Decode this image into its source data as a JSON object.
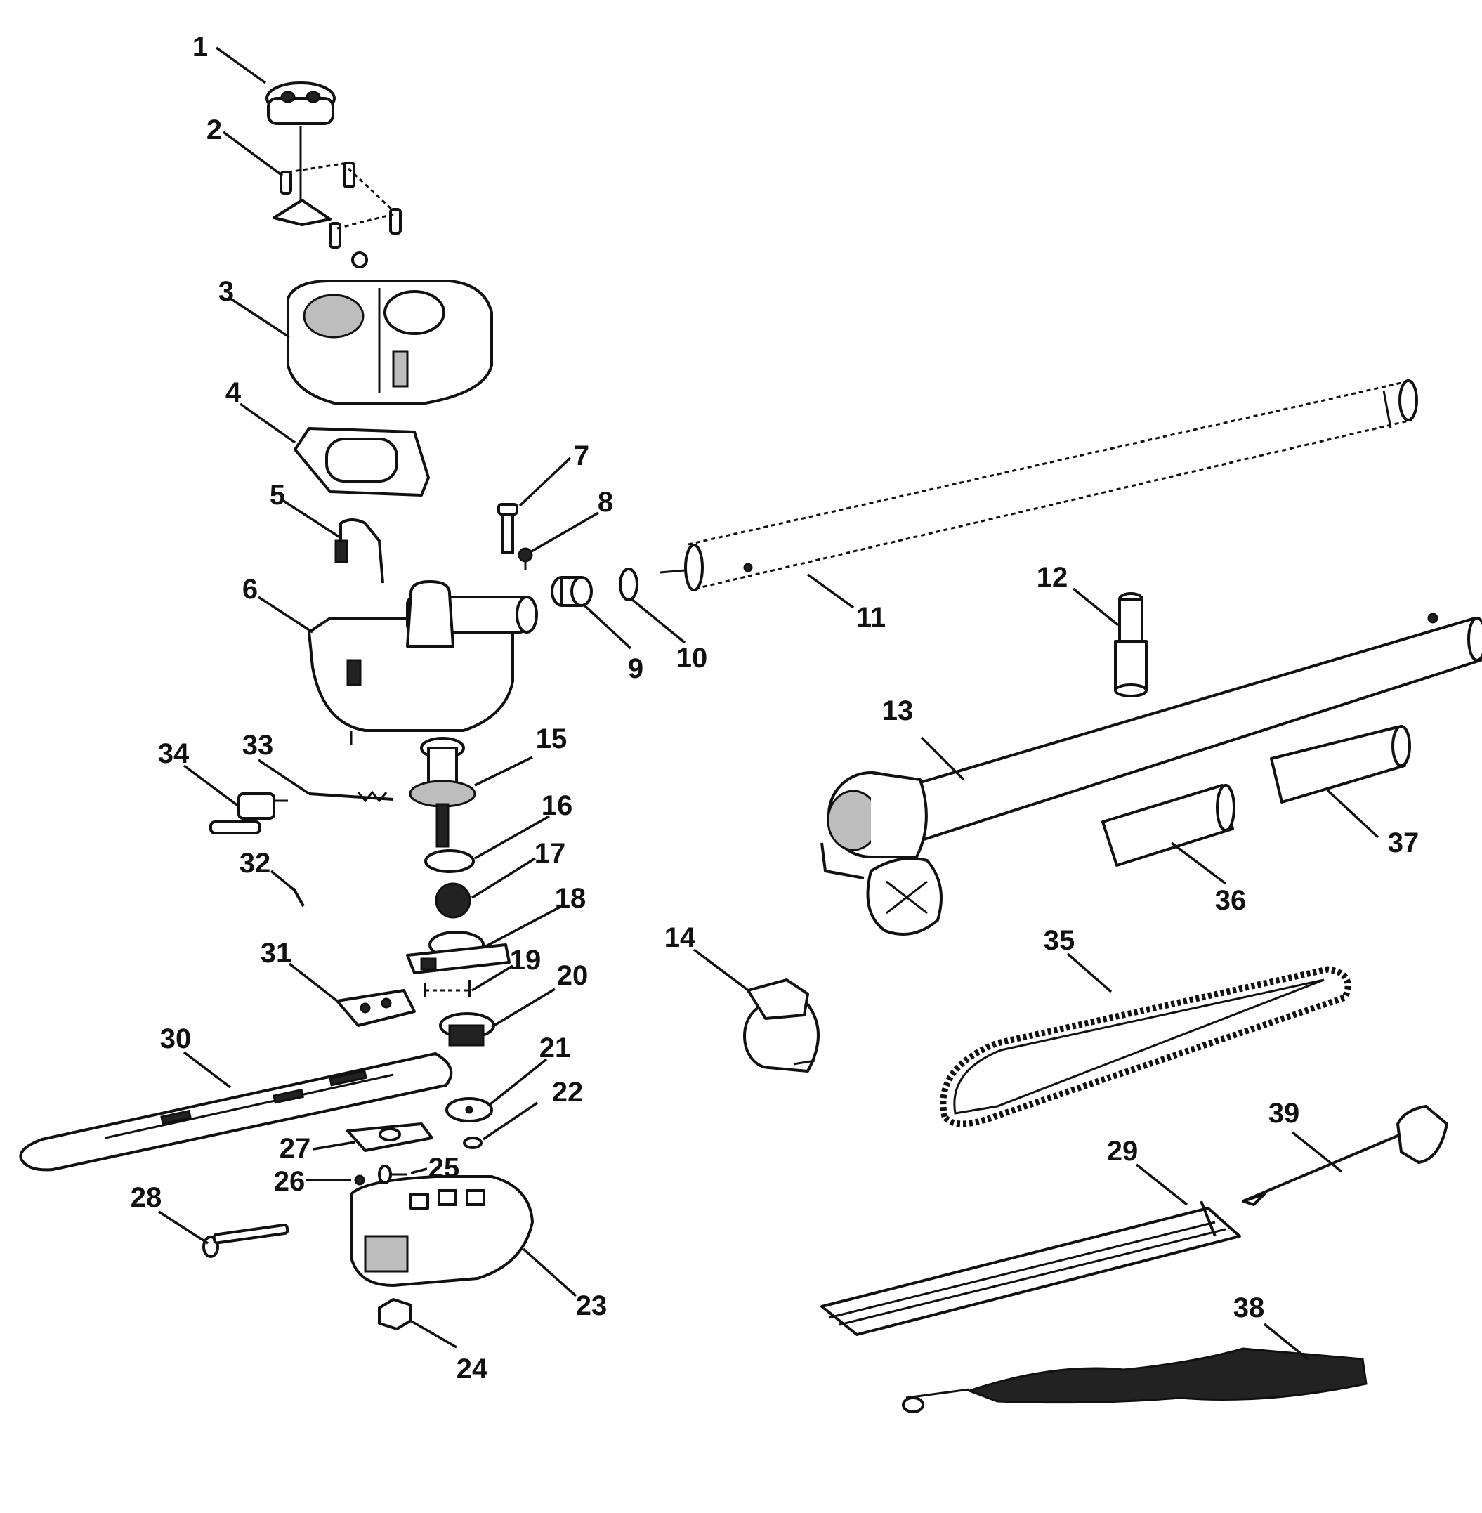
{
  "labels": [
    "1",
    "2",
    "3",
    "4",
    "5",
    "6",
    "7",
    "8",
    "9",
    "10",
    "11",
    "12",
    "13",
    "14",
    "15",
    "16",
    "17",
    "18",
    "19",
    "20",
    "21",
    "22",
    "23",
    "24",
    "25",
    "26",
    "27",
    "28",
    "29",
    "30",
    "31",
    "32",
    "33",
    "34",
    "35",
    "36",
    "37",
    "38",
    "39"
  ],
  "colors": {
    "ink": "#111111",
    "paper": "#ffffff",
    "shade": "#bdbdbd"
  }
}
